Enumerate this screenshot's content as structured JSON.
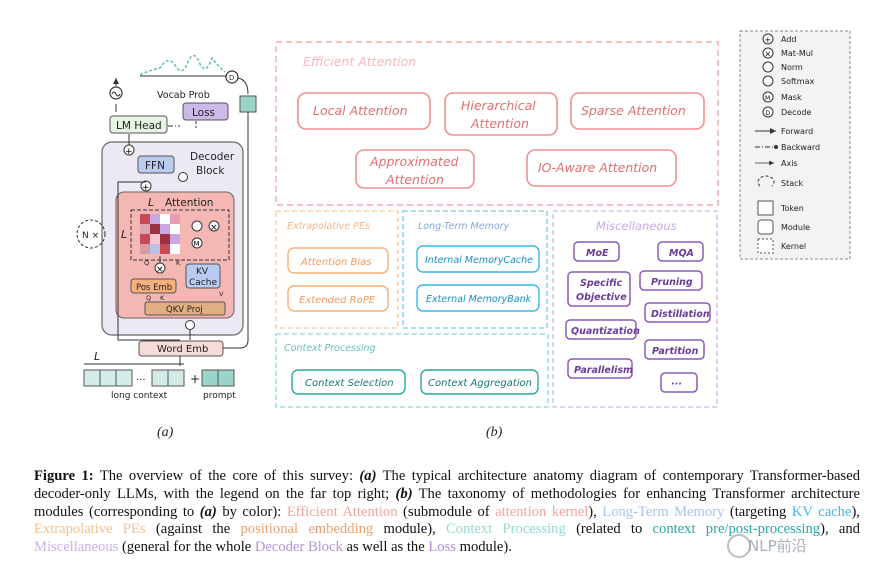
{
  "panel_a": {
    "vocab_prob": "Vocab Prob",
    "lm_head": "LM Head",
    "loss": "Loss",
    "ffn": "FFN",
    "decoder_block_1": "Decoder",
    "decoder_block_2": "Block",
    "n_times": "N ×",
    "attention_L": "L",
    "attention": "Attention",
    "L_side": "L",
    "q": "Q",
    "k": "K",
    "v": "V",
    "kv_cache_1": "KV",
    "kv_cache_2": "Cache",
    "pos_emb": "Pos Emb",
    "qkv_proj": "QKV Proj",
    "word_emb": "Word Emb",
    "L_bottom": "L",
    "long_context": "long context",
    "ellipsis": "···",
    "plus": "+",
    "prompt": "prompt",
    "label": "(a)"
  },
  "panel_b": {
    "efficient_attention": {
      "title": "Efficient Attention",
      "items": [
        "Local Attention",
        "Hierarchical Attention",
        "Sparse Attention",
        "Approximated Attention",
        "IO-Aware Attention"
      ]
    },
    "extrapolative_pes": {
      "title": "Extrapolative PEs",
      "items": [
        "Attention Bias",
        "Extended RoPE"
      ]
    },
    "long_term_memory": {
      "title": "Long-Term Memory",
      "items": [
        "Internal MemoryCache",
        "External MemoryBank"
      ]
    },
    "miscellaneous": {
      "title": "Miscellaneous",
      "items": [
        "MoE",
        "MQA",
        "Specific Objective",
        "Pruning",
        "Quantization",
        "Distillation",
        "Partition",
        "Parallelism",
        "···"
      ]
    },
    "context_processing": {
      "title": "Context Processing",
      "items": [
        "Context Selection",
        "Context Aggregation"
      ]
    },
    "label": "(b)"
  },
  "legend": {
    "items": [
      "Add",
      "Mat-Mul",
      "Norm",
      "Softmax",
      "Mask",
      "Decode",
      "Forward",
      "Backward",
      "Axis",
      "Stack",
      "Token",
      "Module",
      "Kernel"
    ]
  },
  "caption": {
    "fig": "Figure 1:",
    "t1": "The overview of the core of this survey:",
    "a": "(a)",
    "t2": "The typical architecture anatomy diagram of contemporary Transformer-based decoder-only LLMs, with the legend on the far top right;",
    "b": "(b)",
    "t3": "The taxonomy of methodologies for enhancing Transformer architecture modules (corresponding to",
    "a2": "(a)",
    "t4": "by color):",
    "eff": "Efficient Attention",
    "t5": "(submodule of",
    "att_kernel": "attention kernel",
    "t6": "),",
    "ltm": "Long-Term Memory",
    "t7": "(targeting",
    "kv": "KV cache",
    "t8": "),",
    "ext": "Extrapolative PEs",
    "t9": "(against the",
    "pe": "positional embedding",
    "t10": "module),",
    "ctx": "Context Processing",
    "t11": "(related to",
    "ctx2": "context pre/post-processing",
    "t12": "), and",
    "misc": "Miscellaneous",
    "t13": "(general for the whole",
    "dec": "Decoder Block",
    "t14": "as well as the",
    "loss": "Loss",
    "t15": "module)."
  },
  "watermark": "NLP前沿",
  "colors": {
    "efficient": "#f09090",
    "extrapolative": "#f6b07a",
    "memory": "#37b8e8",
    "misc": "#7a4aa8",
    "context": "#2aa8a0"
  }
}
